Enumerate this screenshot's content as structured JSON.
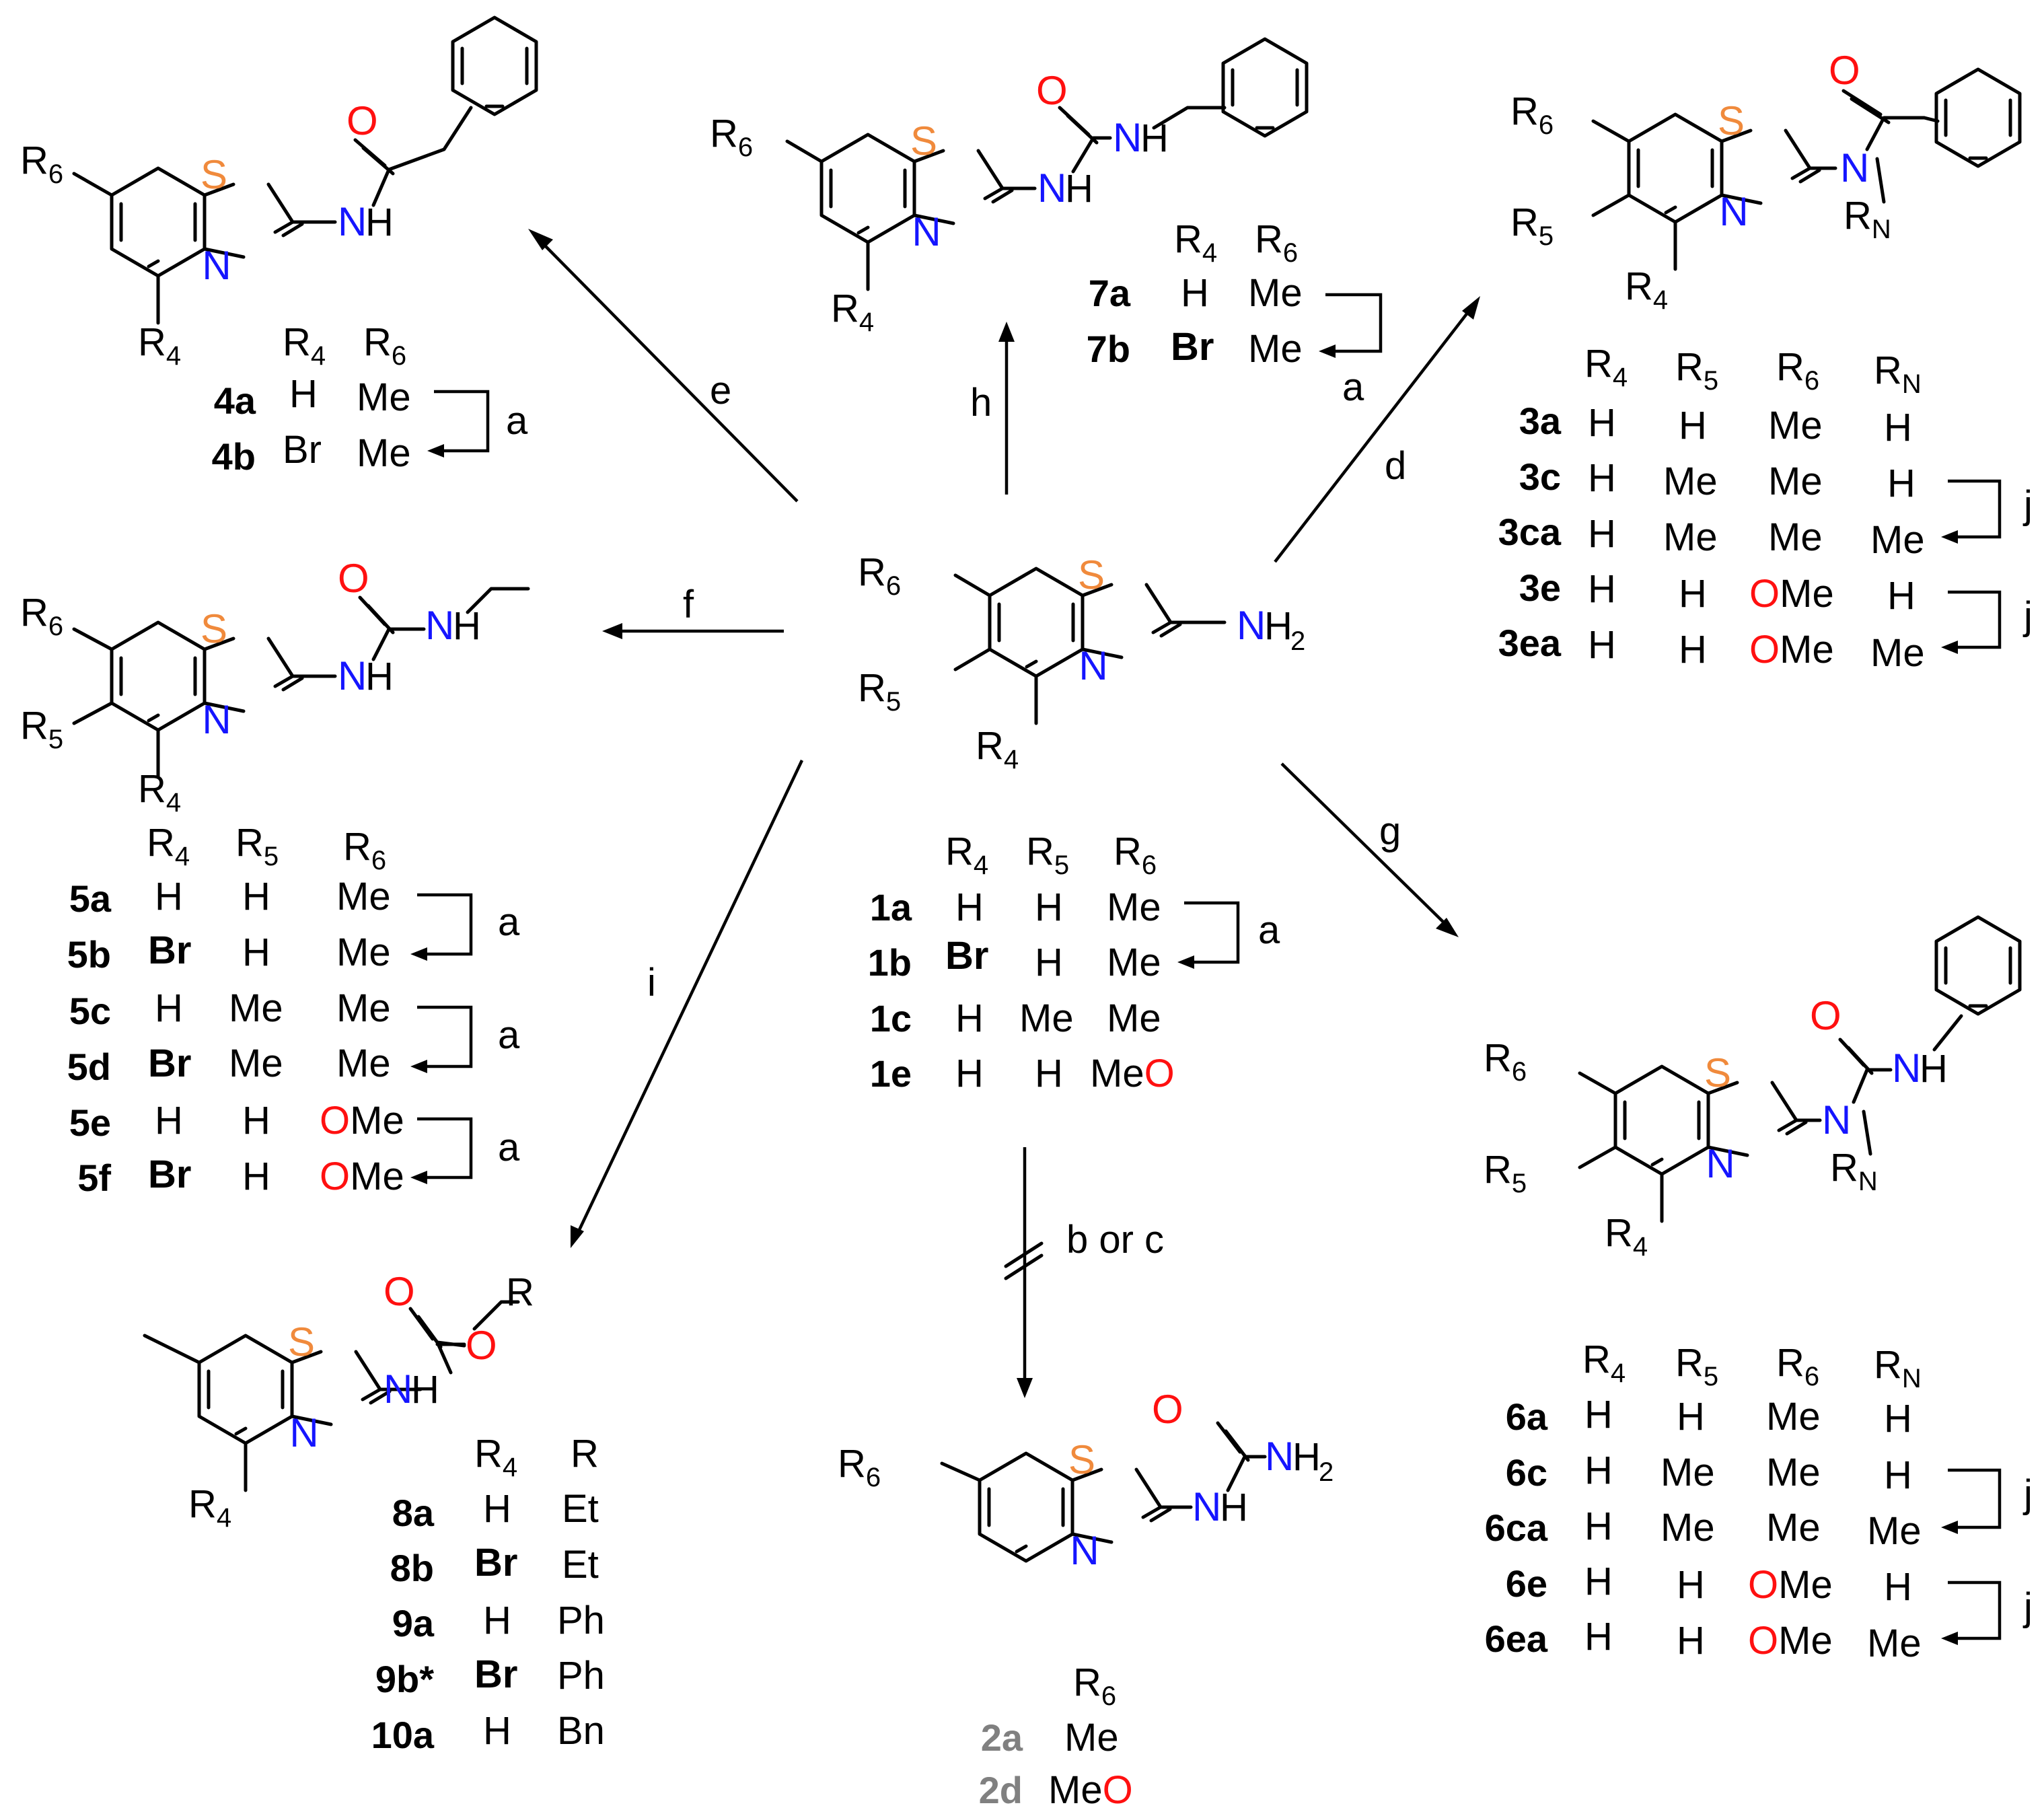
{
  "colors": {
    "sulfur": "#f08a3c",
    "nitrogen": "#1515ff",
    "oxygen": "#ff1010",
    "bromine": "#1a8a1a",
    "inactive": "#808080"
  },
  "atoms": {
    "S": "S",
    "N": "N",
    "O": "O",
    "Br": "Br"
  },
  "text": {
    "H": "H",
    "Me": "Me",
    "Et": "Et",
    "Ph": "Ph",
    "Bn": "Bn",
    "R": "R",
    "2": "2",
    "Br": "Br",
    "O": "O"
  },
  "substituents": {
    "R4": [
      "R",
      "4"
    ],
    "R5": [
      "R",
      "5"
    ],
    "R6": [
      "R",
      "6"
    ],
    "RN": [
      "R",
      "N"
    ]
  },
  "conditions": {
    "a": "a",
    "b_or_c": "b or c",
    "d": "d",
    "e": "e",
    "f": "f",
    "g": "g",
    "h": "h",
    "i": "i",
    "j": "j"
  },
  "compounds": {
    "c1a": "1a",
    "c1b": "1b",
    "c1c": "1c",
    "c1e": "1e",
    "c2a": "2a",
    "c2d": "2d",
    "c3a": "3a",
    "c3c": "3c",
    "c3ca": "3ca",
    "c3e": "3e",
    "c3ea": "3ea",
    "c4a": "4a",
    "c4b": "4b",
    "c5a": "5a",
    "c5b": "5b",
    "c5c": "5c",
    "c5d": "5d",
    "c5e": "5e",
    "c5f": "5f",
    "c6a": "6a",
    "c6c": "6c",
    "c6ca": "6ca",
    "c6e": "6e",
    "c6ea": "6ea",
    "c7a": "7a",
    "c7b": "7b",
    "c8a": "8a",
    "c8b": "8b",
    "c9a": "9a",
    "c9b": "9b*",
    "c10a": "10a"
  }
}
